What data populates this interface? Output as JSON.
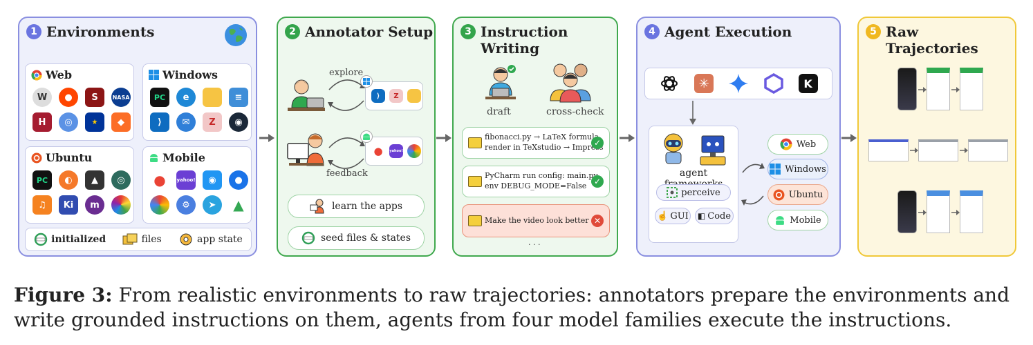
{
  "panels": {
    "environments": {
      "number": "1",
      "title": "Environments",
      "web": "Web",
      "windows": "Windows",
      "ubuntu": "Ubuntu",
      "mobile": "Mobile",
      "footer": {
        "initialized": "initialized",
        "files": "files",
        "app_state": "app state"
      }
    },
    "annotator": {
      "number": "2",
      "title": "Annotator Setup",
      "explore": "explore",
      "feedback": "feedback",
      "learn": "learn the apps",
      "seed": "seed files & states"
    },
    "instruction": {
      "number": "3",
      "title_line1": "Instruction",
      "title_line2": "Writing",
      "draft": "draft",
      "crosscheck": "cross-check",
      "tasks": [
        {
          "line1": "fibonacci.py → LaTeX formula,",
          "line2": "render in TeXstudio → Impress"
        },
        {
          "line1": "PyCharm run config: main.py,",
          "line2": "env DEBUG_MODE=False"
        },
        {
          "line1": "Make the video look better",
          "line2": ""
        }
      ],
      "ellipsis": "· · ·"
    },
    "agent": {
      "number": "4",
      "title": "Agent Execution",
      "frameworks": "agent frameworks",
      "perceive": "perceive",
      "gui": "GUI",
      "code": "Code",
      "targets": [
        "Web",
        "Windows",
        "Ubuntu",
        "Mobile"
      ]
    },
    "raw": {
      "number": "5",
      "title": "Raw Trajectories"
    }
  },
  "caption": {
    "label": "Figure 3:",
    "text": " From realistic environments to raw trajectories: annotators prepare the environments and write grounded instructions on them, agents from four model families execute the instructions."
  },
  "colors": {
    "blue_panel": "#eef0fb",
    "green_panel": "#eef8ee",
    "yellow_panel": "#fdf7e0",
    "check": "#2fa84f",
    "error": "#e04a3a"
  }
}
